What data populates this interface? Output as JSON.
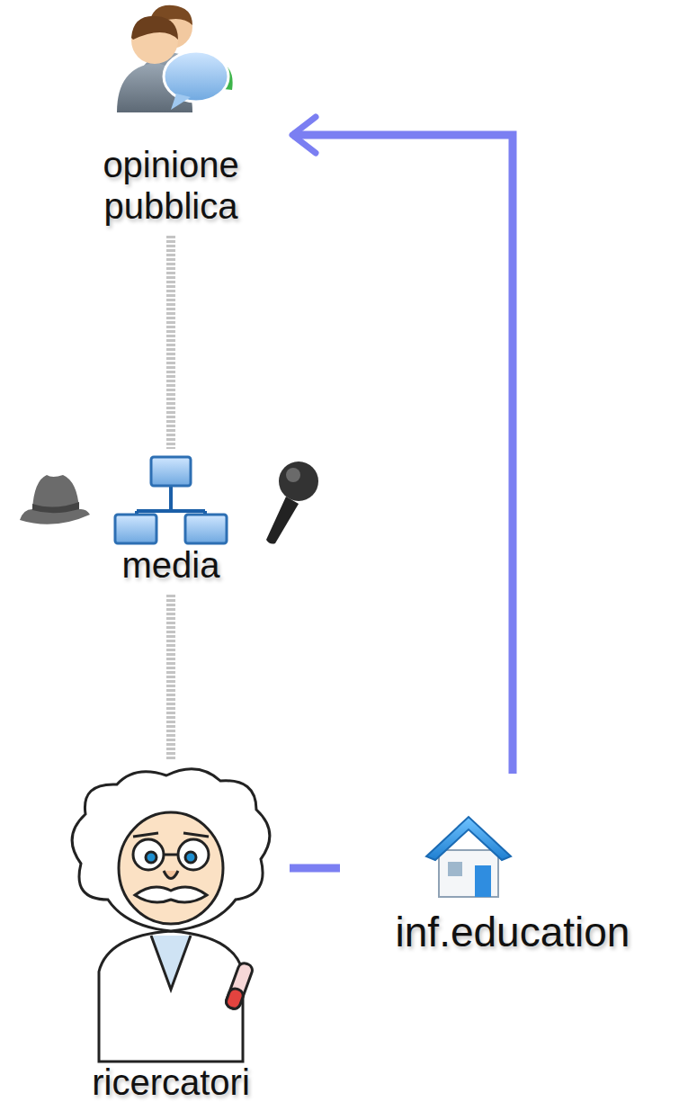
{
  "diagram": {
    "nodes": [
      {
        "text": [
          "opinione pubblica"
        ]
      },
      {
        "text": [
          "media"
        ]
      },
      {
        "text": [
          "ricercatori"
        ]
      },
      {
        "text": [
          "inf.education"
        ]
      }
    ],
    "edges": [
      {
        "from": 0,
        "to": 1,
        "arrow": "none"
      },
      {
        "from": 1,
        "to": 2,
        "arrow": "none"
      },
      {
        "from": 2,
        "to": 3,
        "arrow": "none"
      },
      {
        "from": 3,
        "to": 0,
        "arrow": "to"
      }
    ]
  }
}
